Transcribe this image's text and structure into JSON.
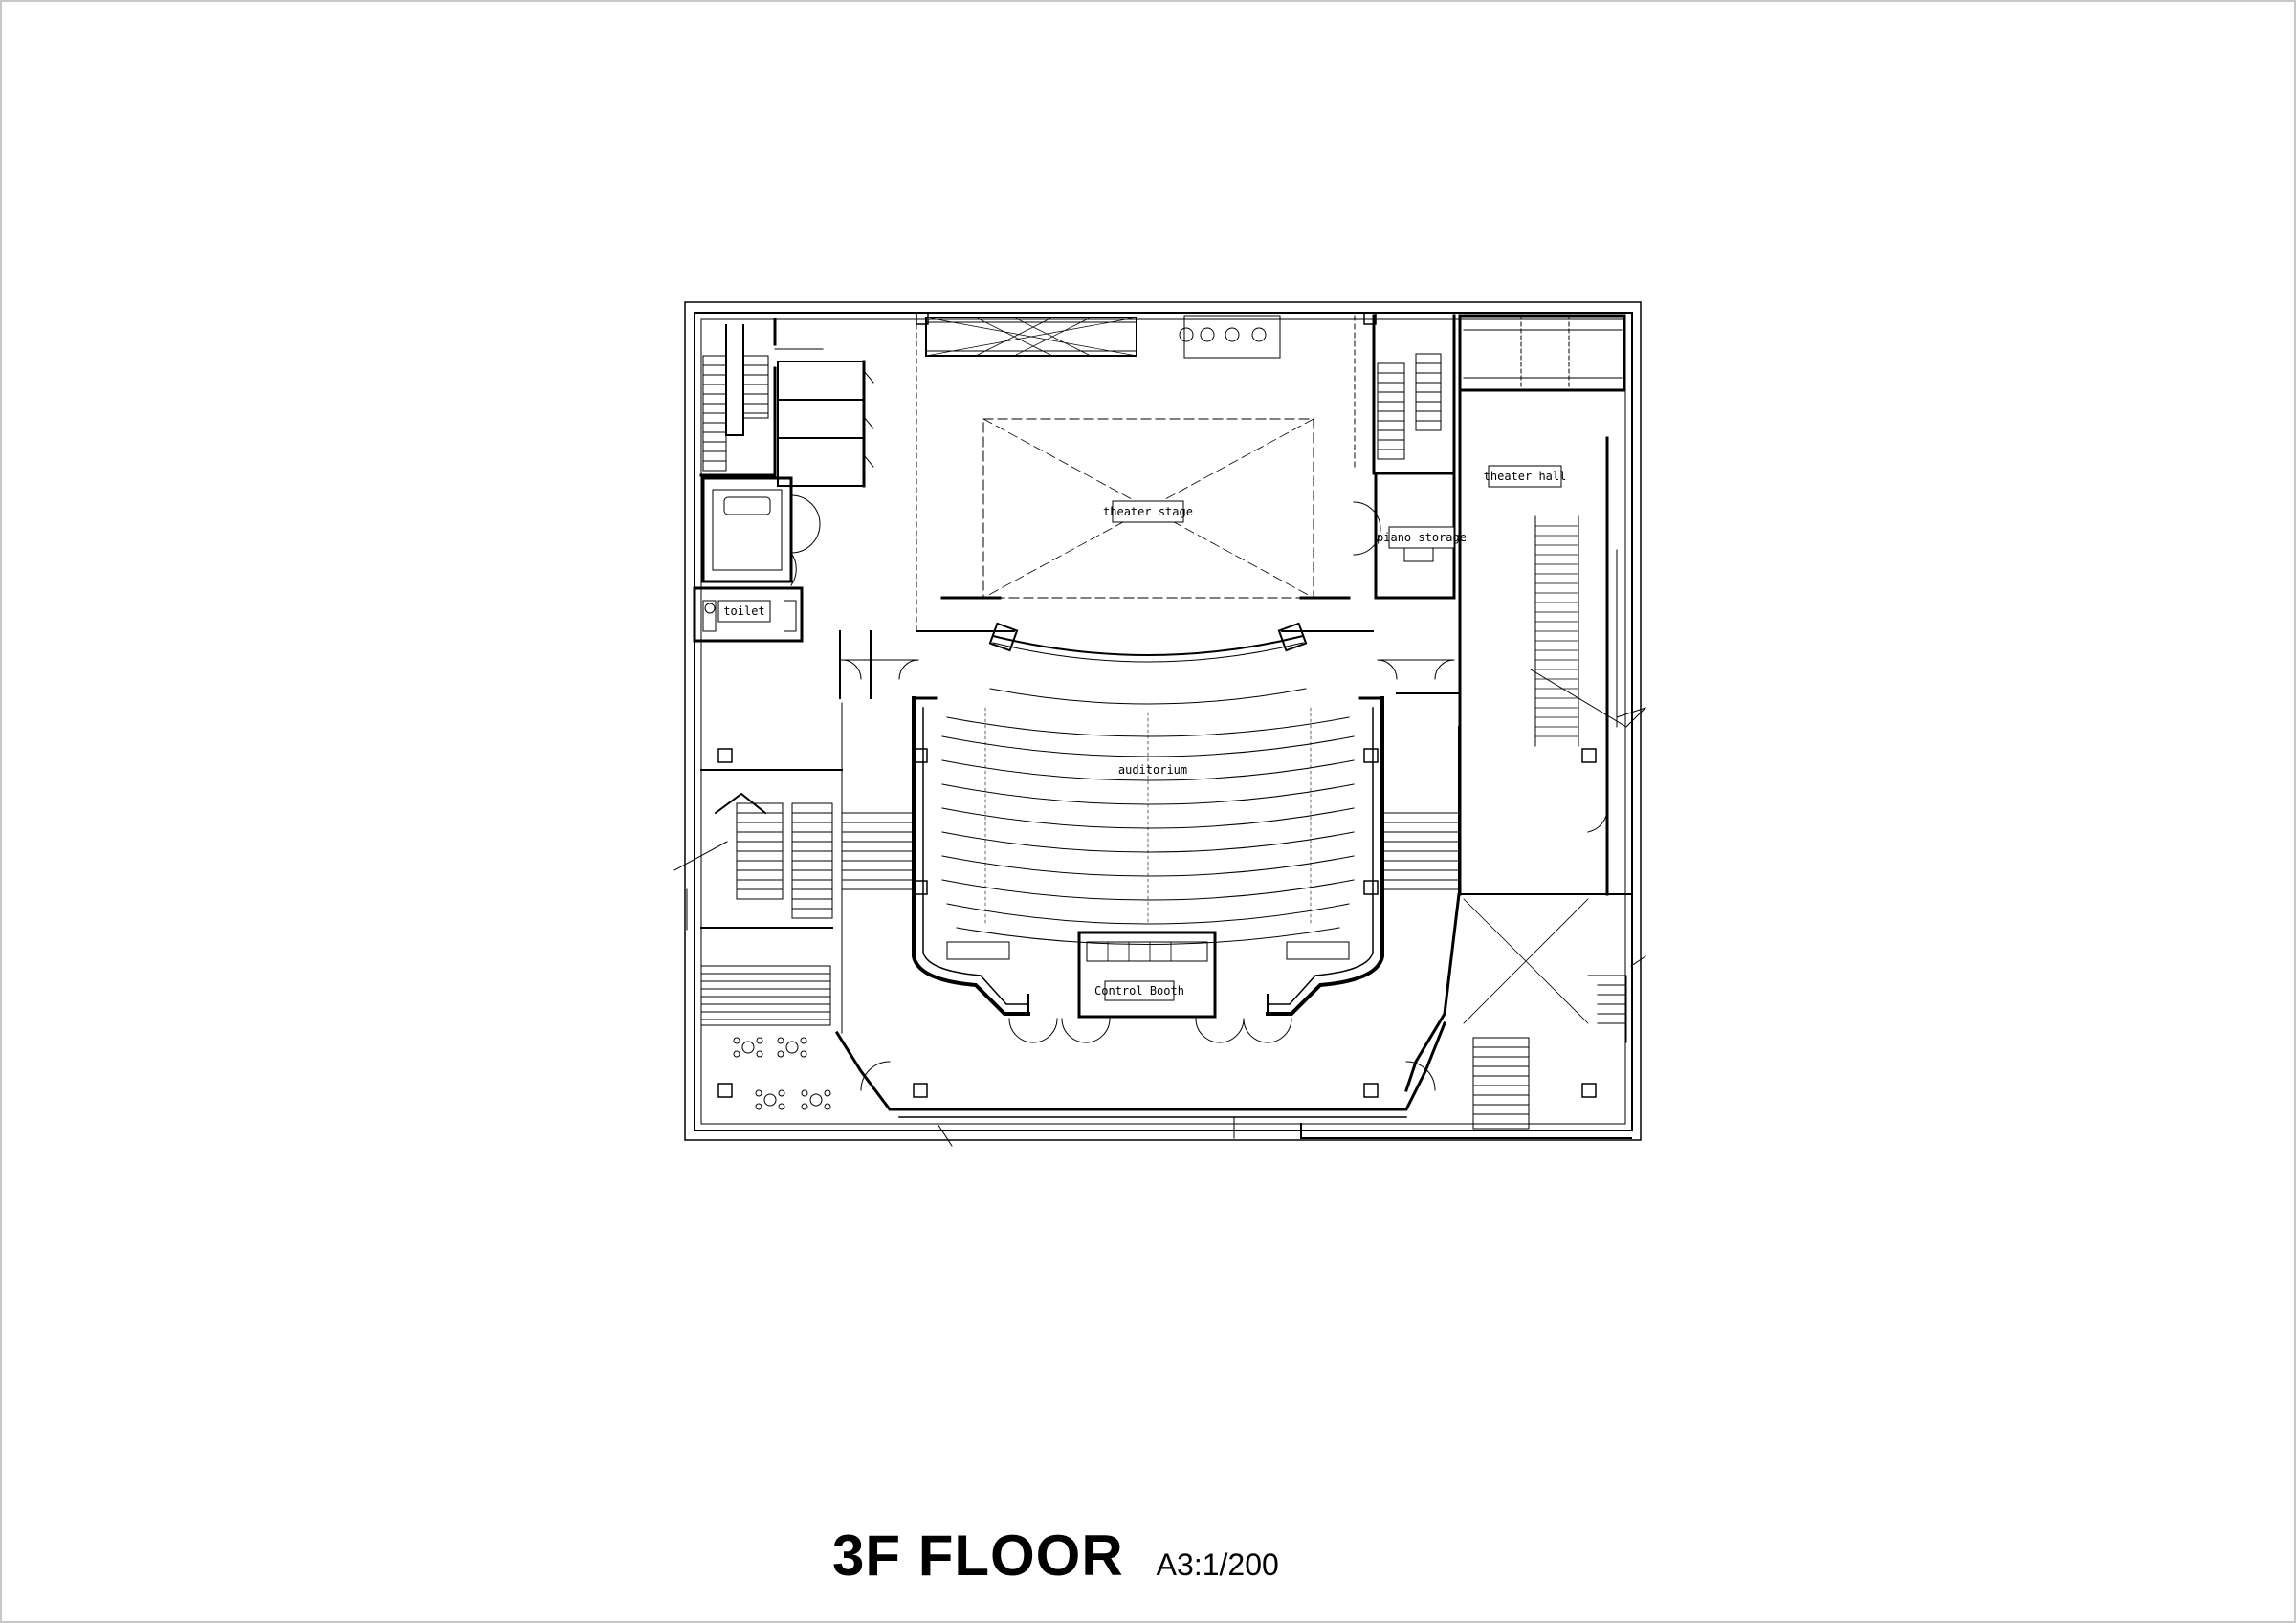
{
  "drawing": {
    "rooms": {
      "theater_stage": "theater stage",
      "theater_hall": "theater hall",
      "piano_storage": "piano storage",
      "toilet": "toilet",
      "auditorium": "auditorium",
      "control_booth": "Control Booth"
    }
  },
  "title": {
    "main": "3F FLOOR",
    "scale": "A3:1/200"
  },
  "colors": {
    "line": "#000000",
    "paper": "#ffffff"
  }
}
